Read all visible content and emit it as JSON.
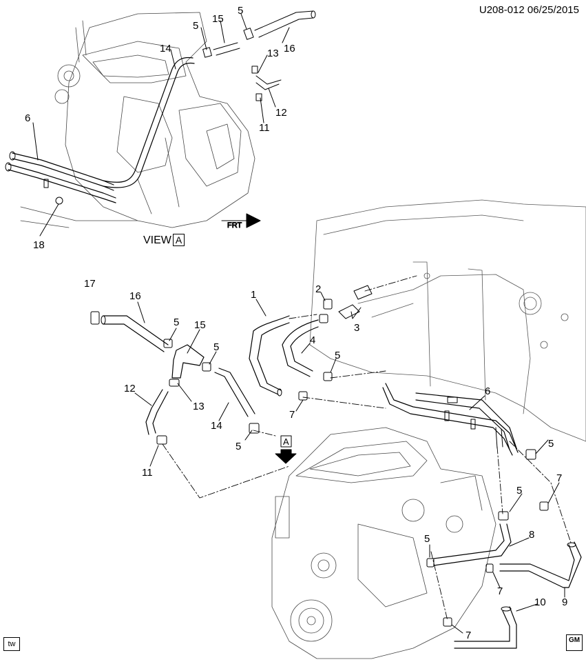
{
  "header": {
    "code": "U208-012",
    "date": "06/25/2015"
  },
  "view_label": {
    "text": "VIEW",
    "letter": "A"
  },
  "view_arrow_letter": "A",
  "frt_label": "FRT",
  "badge_tw": "tw",
  "gm_logo": "GM",
  "callouts_view": [
    "5",
    "15",
    "5",
    "16",
    "14",
    "13",
    "6",
    "12",
    "11",
    "18"
  ],
  "callouts_main": [
    "17",
    "16",
    "5",
    "15",
    "5",
    "12",
    "13",
    "14",
    "5",
    "11",
    "1",
    "2",
    "3",
    "4",
    "5",
    "7",
    "6",
    "5",
    "7",
    "5",
    "8",
    "5",
    "9",
    "7",
    "10",
    "7"
  ]
}
